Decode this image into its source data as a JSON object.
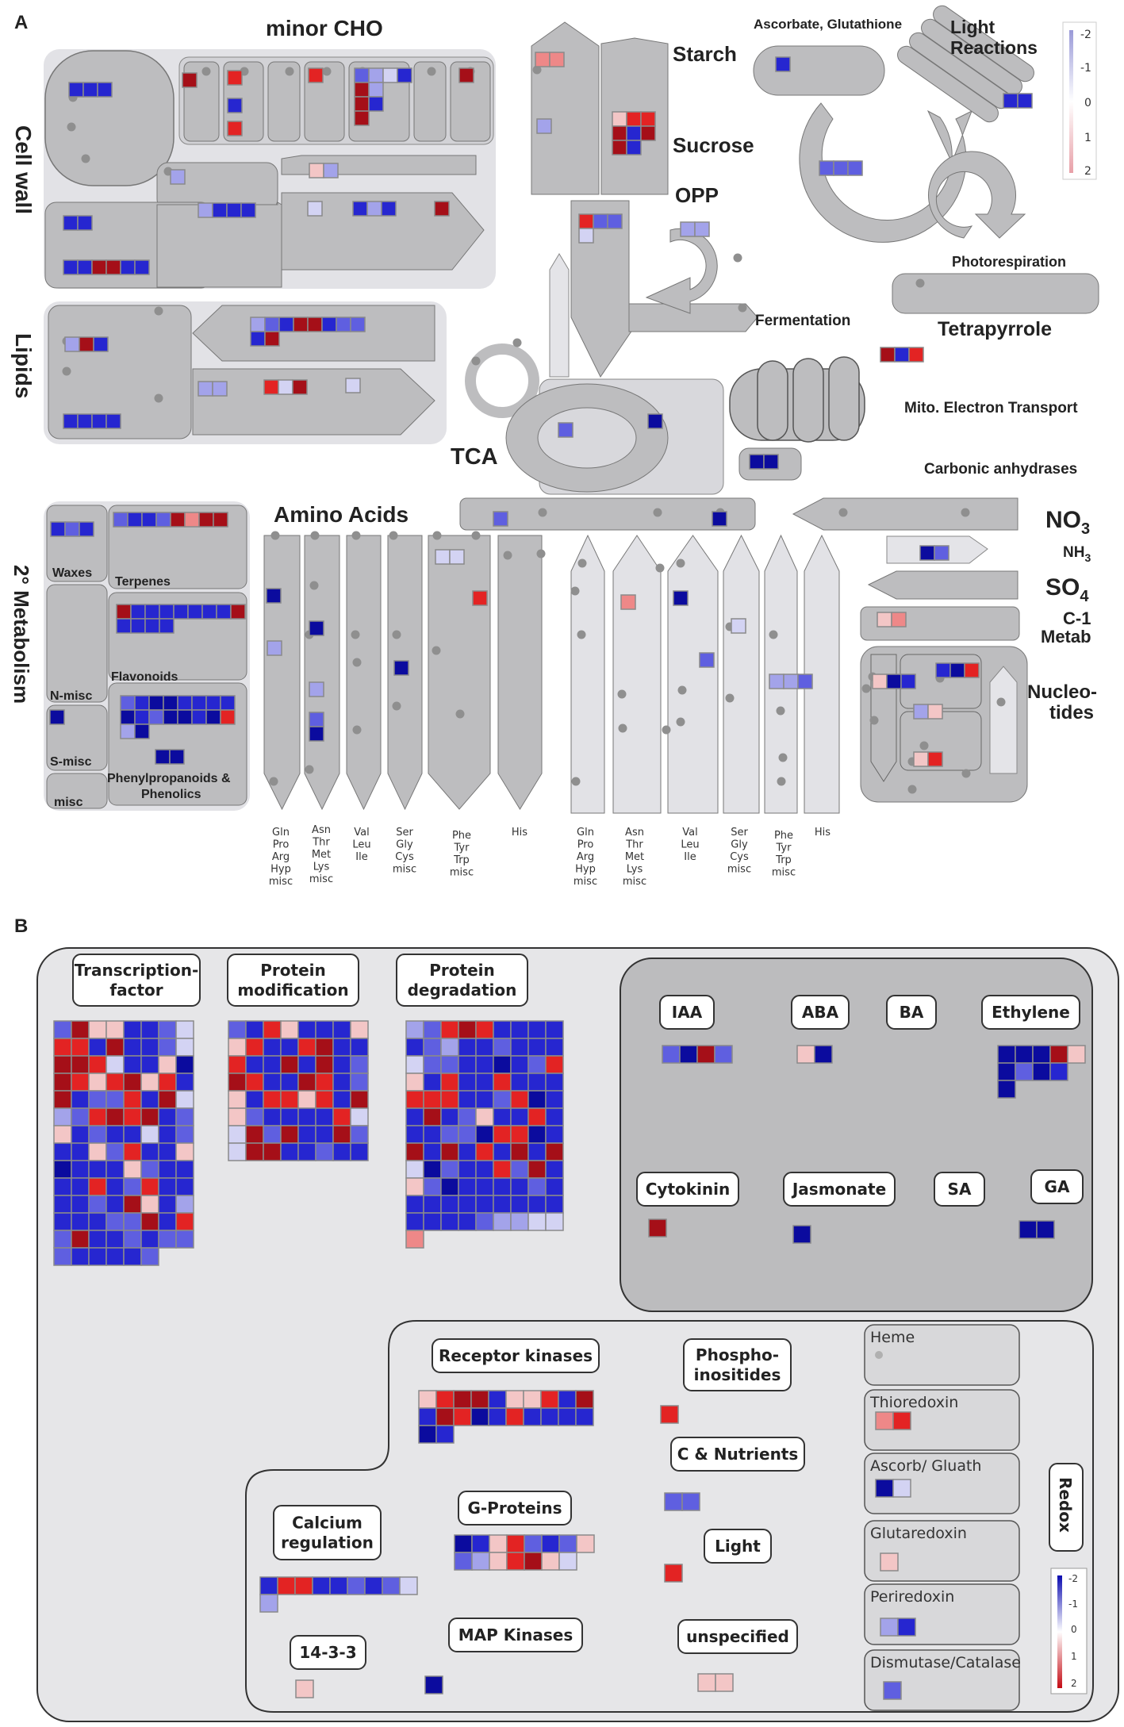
{
  "panel_a": {
    "letter": "A",
    "titles": {
      "minor_cho": "minor CHO",
      "cell_wall": "Cell wall",
      "lipids": "Lipids",
      "secondary_metabolism": "2° Metabolism",
      "starch": "Starch",
      "sucrose": "Sucrose",
      "opp": "OPP",
      "ascorbate": "Ascorbate, Glutathione",
      "light_reactions_1": "Light",
      "light_reactions_2": "Reactions",
      "photorespiration": "Photorespiration",
      "fermentation": "Fermentation",
      "tetrapyrrole": "Tetrapyrrole",
      "mito": "Mito. Electron Transport",
      "tca": "TCA",
      "carbonic": "Carbonic anhydrases",
      "amino_acids": "Amino Acids",
      "no3": "NO",
      "no3_sub": "3",
      "nh3": "NH",
      "nh3_sub": "3",
      "so4": "SO",
      "so4_sub": "4",
      "c1_1": "C-1",
      "c1_2": "Metab",
      "nucleo_1": "Nucleo-",
      "nucleo_2": "tides",
      "waxes": "Waxes",
      "terpenes": "Terpenes",
      "flavonoids": "Flavonoids",
      "n_misc": "N-misc",
      "s_misc": "S-misc",
      "misc": "misc",
      "phenyl_1": "Phenylpropanoids &",
      "phenyl_2": "Phenolics"
    },
    "aa_labels": [
      [
        "Gln",
        "Pro",
        "Arg",
        "Hyp",
        "misc"
      ],
      [
        "Asn",
        "Thr",
        "Met",
        "Lys",
        "misc"
      ],
      [
        "Val",
        "Leu",
        "Ile"
      ],
      [
        "Ser",
        "Gly",
        "Cys",
        "misc"
      ],
      [
        "Phe",
        "Tyr",
        "Trp",
        "misc"
      ],
      [
        "His"
      ],
      [
        "Gln",
        "Pro",
        "Arg",
        "Hyp",
        "misc"
      ],
      [
        "Asn",
        "Thr",
        "Met",
        "Lys",
        "misc"
      ],
      [
        "Val",
        "Leu",
        "Ile"
      ],
      [
        "Ser",
        "Gly",
        "Cys",
        "misc"
      ],
      [
        "Phe",
        "Tyr",
        "Trp",
        "misc"
      ],
      [
        "His"
      ]
    ],
    "legend_ticks": [
      "-2",
      "-1",
      "0",
      "1",
      "2"
    ]
  },
  "panel_b": {
    "letter": "B",
    "labels": {
      "tf_1": "Transcription-",
      "tf_2": "factor",
      "pm_1": "Protein",
      "pm_2": "modification",
      "pd_1": "Protein",
      "pd_2": "degradation",
      "iaa": "IAA",
      "aba": "ABA",
      "ba": "BA",
      "ethylene": "Ethylene",
      "cytokinin": "Cytokinin",
      "jasmonate": "Jasmonate",
      "sa": "SA",
      "ga": "GA",
      "receptor": "Receptor kinases",
      "phospho_1": "Phospho-",
      "phospho_2": "inositides",
      "c_nutrients": "C & Nutrients",
      "light": "Light",
      "calcium_1": "Calcium",
      "calcium_2": "regulation",
      "gproteins": "G-Proteins",
      "map": "MAP Kinases",
      "unspecified": "unspecified",
      "p1433": "14-3-3",
      "heme": "Heme",
      "thioredoxin": "Thioredoxin",
      "ascorb": "Ascorb/ Gluath",
      "glutaredoxin": "Glutaredoxin",
      "periredoxin": "Periredoxin",
      "dismutase": "Dismutase/Catalase",
      "redox": "Redox"
    },
    "legend_ticks": [
      "-2",
      "-1",
      "0",
      "1",
      "2"
    ]
  },
  "colors": {
    "strong_blue": "#0b0b9e",
    "blue": "#2626d0",
    "mid_blue": "#5f5fe0",
    "light_blue": "#a3a3ea",
    "pale_blue": "#d3d3f3",
    "pale_red": "#f3c6c6",
    "light_red": "#ee8888",
    "red": "#e32323",
    "dark_red": "#a50f18",
    "box_gray": "#bdbdbf",
    "bg_gray": "#e4e4e6"
  }
}
